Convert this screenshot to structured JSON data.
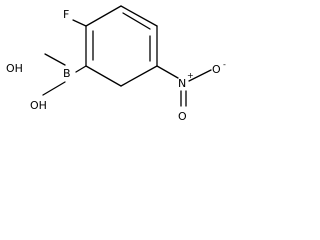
{
  "molecule": {
    "atoms": {
      "fluorine": "F",
      "boron": "B",
      "hydroxyl_top": "OH",
      "hydroxyl_bottom": "OH",
      "nitro_nitrogen": "N",
      "nitro_oxygen_right": "O",
      "nitro_oxygen_bottom": "O",
      "nitrogen_charge": "+",
      "oxygen_charge": "-"
    }
  }
}
